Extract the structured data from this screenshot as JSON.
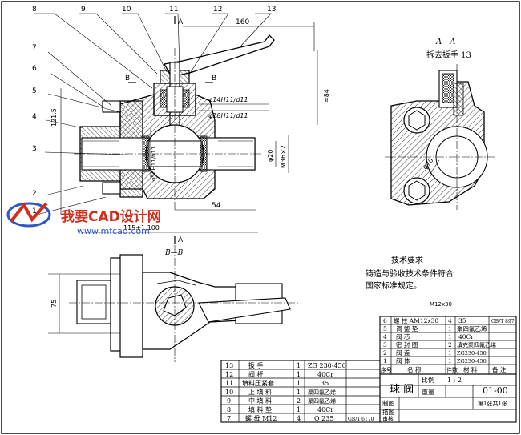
{
  "watermark": {
    "brand": "我要CAD设计网",
    "url": "www.mfcad.com",
    "brand_color": "#d12f1c",
    "url_color": "#2f57c8"
  },
  "view_labels": {
    "section_aa": "A—A",
    "remove_handle": "拆去扳手 13",
    "section_bb": "B—B",
    "cut_a_top": "A",
    "cut_a_bottom": "A",
    "cut_b_left": "B",
    "cut_b_right": "B"
  },
  "balloons": [
    "8",
    "9",
    "10",
    "11",
    "12",
    "13",
    "7",
    "6",
    "5",
    "4",
    "3",
    "2",
    "1"
  ],
  "dimensions": {
    "handle_length": "160",
    "height_84": "≈84",
    "height_121": "121.5",
    "fit_14": "φ14H11/d11",
    "fit_18": "φ18H11/d11",
    "fit_50": "φ50H11/h11",
    "dia_20": "φ20",
    "thread_m36": "M36×2",
    "len_54": "54",
    "len_115": "115±1.100",
    "dia_70": "φ70",
    "height_75": "75"
  },
  "tech_requirements": {
    "heading": "技术要求",
    "line1": "铸造与验收技术条件符合",
    "line2": "国家标准规定。",
    "note": "M12x30"
  },
  "bom_upper": [
    {
      "no": "6",
      "name": "螺 柱 AM12x30",
      "qty": "4",
      "material": "35",
      "note": "GB/T 897"
    },
    {
      "no": "5",
      "name": "调 整 垫",
      "qty": "1",
      "material": "聚四氟乙烯",
      "note": ""
    },
    {
      "no": "4",
      "name": "阀 芯",
      "qty": "1",
      "material": "40Cr",
      "note": ""
    },
    {
      "no": "3",
      "name": "密 封 圈",
      "qty": "2",
      "material": "填充聚四氟乙烯",
      "note": ""
    },
    {
      "no": "2",
      "name": "阀 盖",
      "qty": "1",
      "material": "ZG230-450",
      "note": ""
    },
    {
      "no": "1",
      "name": "阀 体",
      "qty": "1",
      "material": "ZG230-450",
      "note": ""
    }
  ],
  "bom_header": {
    "no": "序号",
    "name": "名 称",
    "qty": "件数",
    "material": "材 料",
    "note": "备 注"
  },
  "bom_lower": [
    {
      "no": "13",
      "name": "扳 手",
      "qty": "1",
      "material": "ZG 230-450",
      "note": ""
    },
    {
      "no": "12",
      "name": "阀 杆",
      "qty": "1",
      "material": "40Cr",
      "note": ""
    },
    {
      "no": "11",
      "name": "填料压紧套",
      "qty": "1",
      "material": "35",
      "note": ""
    },
    {
      "no": "10",
      "name": "上 填 料",
      "qty": "1",
      "material": "聚四氟乙烯",
      "note": ""
    },
    {
      "no": "9",
      "name": "中 填 料",
      "qty": "2",
      "material": "聚四氟乙烯",
      "note": ""
    },
    {
      "no": "8",
      "name": "填 料 垫",
      "qty": "1",
      "material": "40Cr",
      "note": ""
    },
    {
      "no": "7",
      "name": "螺 母 M12",
      "qty": "4",
      "material": "Q 235",
      "note": "GB/T 6170"
    }
  ],
  "title_block": {
    "name": "球 阀",
    "scale_label": "比例",
    "scale": "1 : 2",
    "drawing_no": "01-00",
    "weight_label": "重量",
    "sheet_info": "第1张共1张",
    "drawn_by": "制图",
    "traced_by": "描图",
    "checked_by": "审核"
  }
}
